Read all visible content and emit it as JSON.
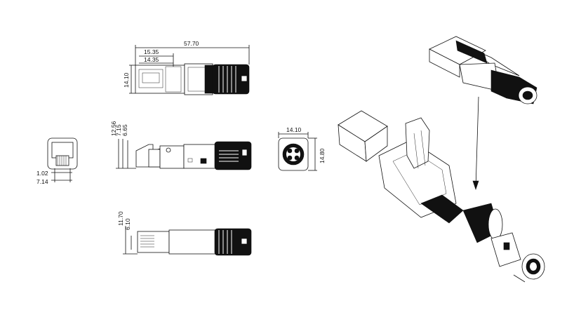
{
  "dimensions": {
    "overall_length": "57.70",
    "top_length_a": "15.35",
    "top_length_b": "14.35",
    "top_height": "14.10",
    "side_height_a": "12.56",
    "side_height_b": "7.15",
    "side_height_c": "6.65",
    "front_small_a": "1.02",
    "front_small_b": "7.14",
    "rear_width": "14.10",
    "rear_height": "14.80",
    "bottom_height_a": "11.70",
    "bottom_height_b": "6.10"
  },
  "colors": {
    "line": "#111111",
    "background": "#ffffff"
  }
}
